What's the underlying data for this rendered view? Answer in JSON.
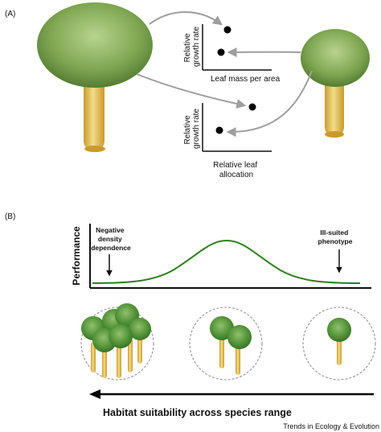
{
  "panel_a": {
    "label": "(A)",
    "top_plot": {
      "ylabel_line1": "Relative",
      "ylabel_line2": "growth rate",
      "xlabel": "Leaf mass per area"
    },
    "bottom_plot": {
      "ylabel_line1": "Relative",
      "ylabel_line2": "growth rate",
      "xlabel_line1": "Relative leaf",
      "xlabel_line2": "allocation"
    }
  },
  "panel_b": {
    "label": "(B)",
    "ylabel": "Performance",
    "left_annotation": [
      "Negative",
      "density",
      "dependence"
    ],
    "right_annotation": [
      "Ill-suited",
      "phenotype"
    ],
    "bottom_label": "Habitat suitability across species range"
  },
  "credit": "Trends in Ecology & Evolution",
  "colors": {
    "canopy": "#6f9a4a",
    "canopy_light": "#b3d08a",
    "trunk": "#e0bd55",
    "curve": "#2f7d1f",
    "arrow_gray": "#9e9e9e"
  }
}
